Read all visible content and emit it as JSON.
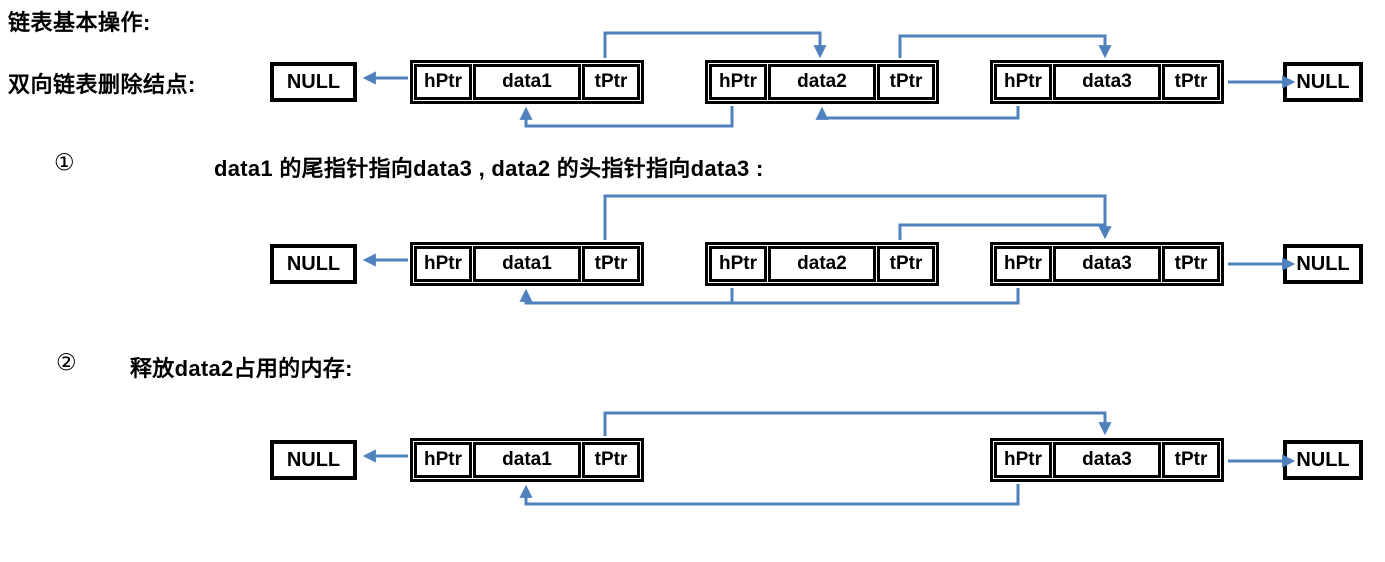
{
  "page": {
    "title": "链表基本操作:",
    "subtitle": "双向链表删除结点:"
  },
  "steps": [
    {
      "num": "①",
      "text": "data1 的尾指针指向data3 , data2 的头指针指向data3 :"
    },
    {
      "num": "②",
      "text": "释放data2占用的内存:"
    }
  ],
  "diagrams": [
    {
      "name": "doubly-linked-list-before-delete",
      "null_left": "NULL",
      "null_right": "NULL",
      "nodes": [
        {
          "cells": [
            "hPtr",
            "data1",
            "tPtr"
          ]
        },
        {
          "cells": [
            "hPtr",
            "data2",
            "tPtr"
          ]
        },
        {
          "cells": [
            "hPtr",
            "data3",
            "tPtr"
          ]
        }
      ],
      "pointers": [
        "data1.hPtr → NULL",
        "data1.tPtr → data2",
        "data2.hPtr → data1",
        "data2.tPtr → data3",
        "data3.hPtr → data2",
        "data3.tPtr → NULL"
      ]
    },
    {
      "name": "after-repointing",
      "null_left": "NULL",
      "null_right": "NULL",
      "nodes": [
        {
          "cells": [
            "hPtr",
            "data1",
            "tPtr"
          ]
        },
        {
          "cells": [
            "hPtr",
            "data2",
            "tPtr"
          ]
        },
        {
          "cells": [
            "hPtr",
            "data3",
            "tPtr"
          ]
        }
      ],
      "pointers": [
        "data1.hPtr → NULL",
        "data1.tPtr → data3",
        "data2.hPtr → data1",
        "data2.tPtr → data3",
        "data3.hPtr → data1",
        "data3.tPtr → NULL"
      ]
    },
    {
      "name": "after-free-data2",
      "null_left": "NULL",
      "null_right": "NULL",
      "nodes": [
        {
          "cells": [
            "hPtr",
            "data1",
            "tPtr"
          ]
        },
        {
          "cells": [
            "hPtr",
            "data3",
            "tPtr"
          ]
        }
      ],
      "pointers": [
        "data1.hPtr → NULL",
        "data1.tPtr → data3",
        "data3.hPtr → data1",
        "data3.tPtr → NULL"
      ]
    }
  ],
  "colors": {
    "arrow": "#4F81BD",
    "box_border": "#000000",
    "text": "#000000",
    "background": "#FFFFFF"
  }
}
